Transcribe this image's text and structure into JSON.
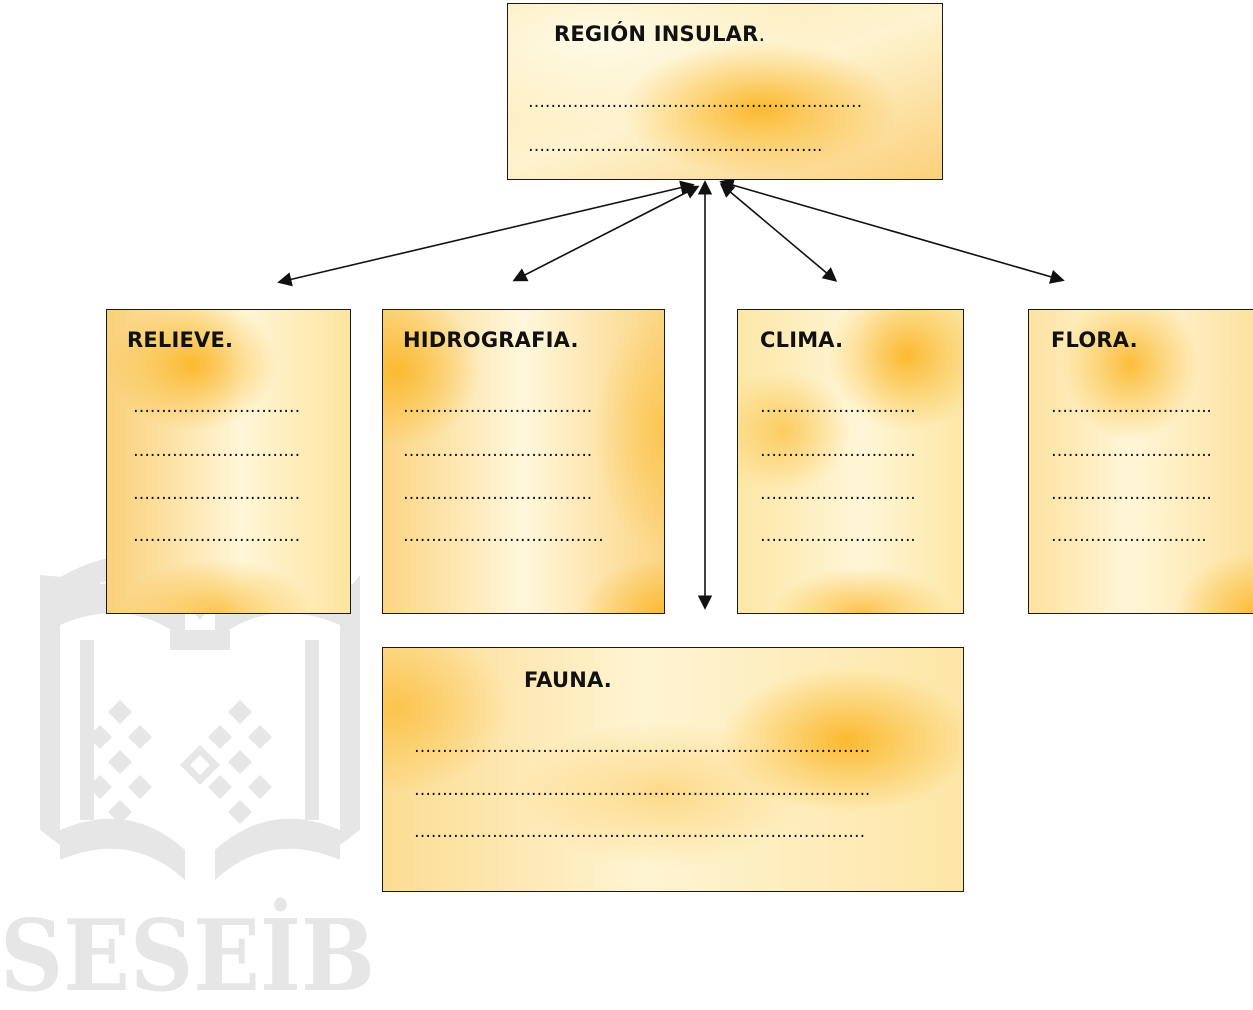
{
  "watermark": {
    "text": "SESEİB"
  },
  "main": {
    "title": "REGIÓN INSULAR",
    "title_suffix": ".",
    "lines": [
      "……………………………………………………",
      "…………………………………………….."
    ]
  },
  "boxes": {
    "relieve": {
      "title": "RELIEVE.",
      "lines": [
        "…………………………",
        "…………………………",
        "…………………………",
        "…………………………"
      ]
    },
    "hidrografia": {
      "title": "HIDROGRAFIA.",
      "lines": [
        "…………………………….",
        "…………………………….",
        "…………………………….",
        "………………………………"
      ]
    },
    "clima": {
      "title": "CLIMA.",
      "lines": [
        "……………………….",
        "……………………….",
        "……………………….",
        "………………………."
      ]
    },
    "flora": {
      "title": "FLORA.",
      "lines": [
        "………………………..",
        "………………………..",
        "………………………..",
        "………………………."
      ]
    },
    "fauna": {
      "title": "FAUNA.",
      "lines": [
        "……………………………………………………………………….",
        "……………………………………………………………………….",
        "………………………………………………………………………"
      ]
    }
  }
}
